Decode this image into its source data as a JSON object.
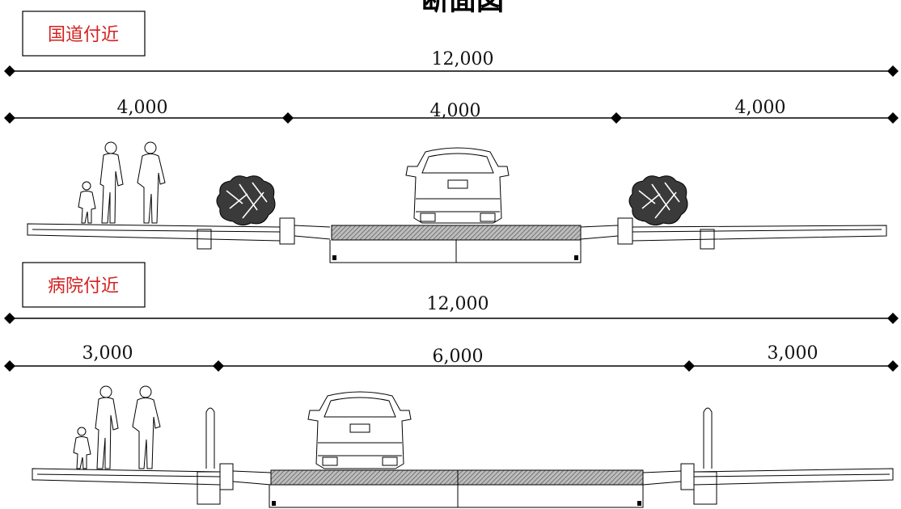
{
  "title": "断面図",
  "sections": [
    {
      "label": "国道付近",
      "total": "12,000",
      "parts": [
        "4,000",
        "4,000",
        "4,000"
      ]
    },
    {
      "label": "病院付近",
      "total": "12,000",
      "parts": [
        "3,000",
        "6,000",
        "3,000"
      ]
    }
  ],
  "colors": {
    "label_text": "#d32222",
    "line": "#000000",
    "pavement": "#9a9a9a"
  }
}
